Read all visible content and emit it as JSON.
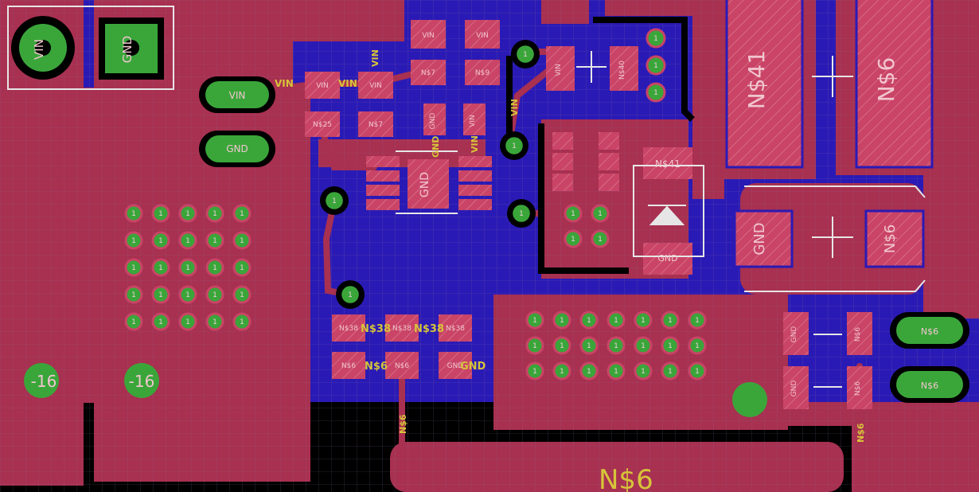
{
  "colors": {
    "background": "#000000",
    "bottom_copper": "#2a1ab5",
    "top_copper": "#a83050",
    "pad": "#c94466",
    "via_ring": "#3aa63a",
    "silkscreen": "#e6e6e6",
    "net_label": "#d6c43a",
    "grid": "#6c5a8a"
  },
  "nets": {
    "vin": "VIN",
    "gnd": "GND",
    "n6": "N$6",
    "n7": "N$7",
    "n9": "N$9",
    "n25": "N$25",
    "n38": "N$38",
    "n40": "N$40",
    "n41": "N$41",
    "minus16": "-16",
    "one": "1"
  }
}
